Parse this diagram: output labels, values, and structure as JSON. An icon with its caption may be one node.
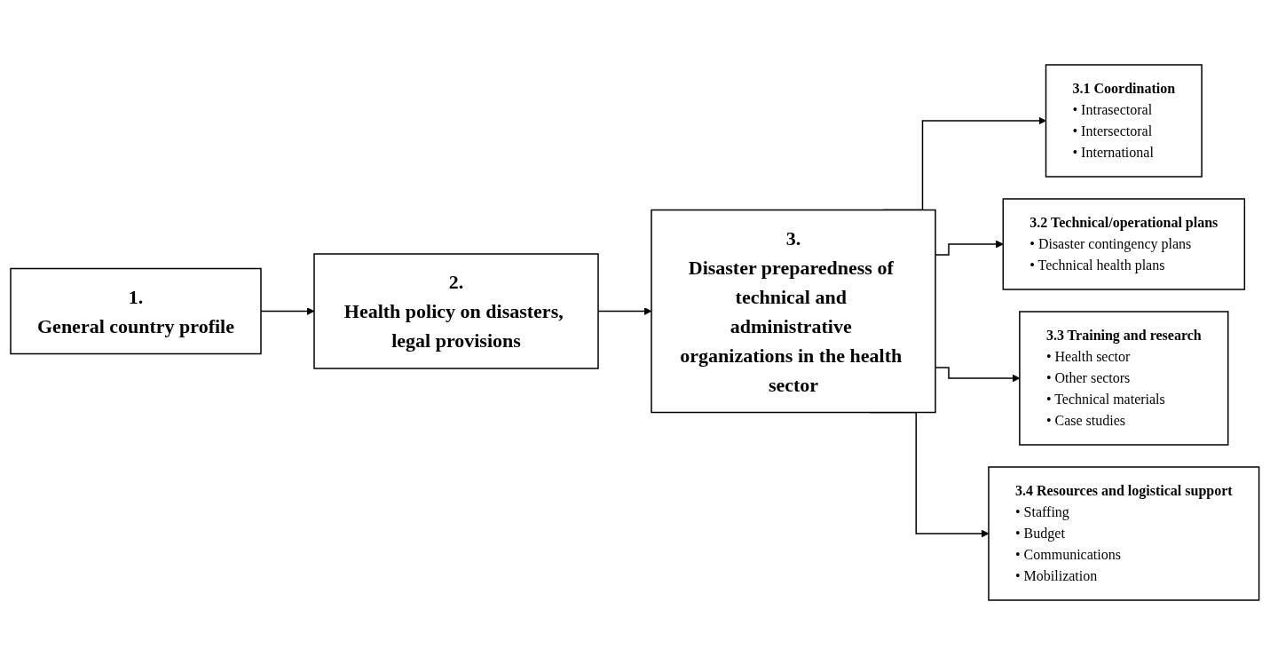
{
  "diagram": {
    "nodes": [
      {
        "text": [
          "1.",
          "General country profile"
        ]
      },
      {
        "text": [
          "2.",
          "Health policy on disasters, legal provisions"
        ]
      },
      {
        "text": [
          "3.",
          "Disaster preparedness of technical and administrative organizations in the health sector"
        ]
      },
      {
        "text": [
          "3.1 Coordination",
          "• Intrasectoral",
          "• Intersectoral",
          "• International"
        ]
      },
      {
        "text": [
          "3.2 Technical/operational plans",
          "• Disaster contingency plans",
          "• Technical health plans"
        ]
      },
      {
        "text": [
          "3.3 Training and research",
          "• Health sector",
          "• Other sectors",
          "• Technical materials",
          "• Case studies"
        ]
      },
      {
        "text": [
          "3.4 Resources and logistical support",
          "• Staffing",
          "• Budget",
          "• Communications",
          "• Mobilization"
        ]
      }
    ],
    "edges": [
      {
        "from": 0,
        "to": 1,
        "arrow": "to"
      },
      {
        "from": 1,
        "to": 2,
        "arrow": "to"
      },
      {
        "from": 2,
        "to": 3,
        "arrow": "to"
      },
      {
        "from": 2,
        "to": 4,
        "arrow": "to"
      },
      {
        "from": 2,
        "to": 5,
        "arrow": "to"
      },
      {
        "from": 2,
        "to": 6,
        "arrow": "to"
      }
    ]
  }
}
